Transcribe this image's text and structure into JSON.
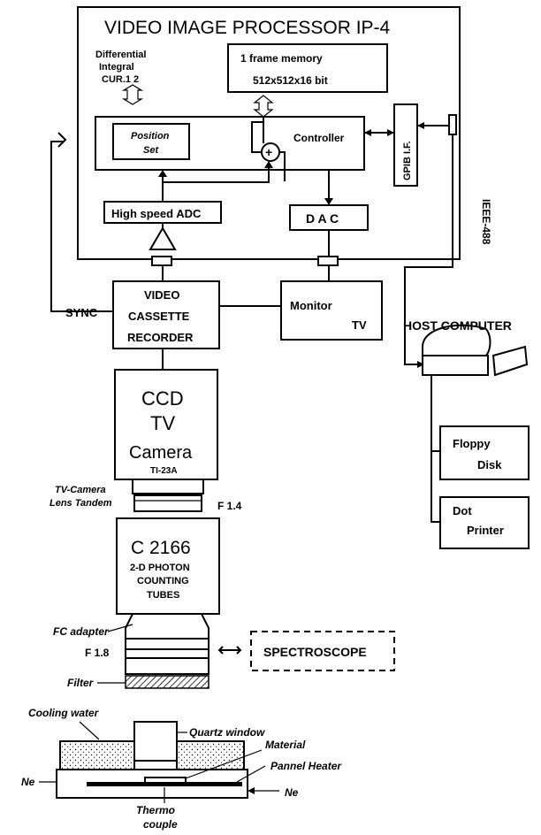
{
  "processor": {
    "title": "VIDEO IMAGE PROCESSOR  IP-4",
    "diff_line1": "Differential",
    "diff_line2": "Integral",
    "diff_line3": "CUR.1 2",
    "frame_memory_line1": "1 frame memory",
    "frame_memory_line2": "512x512x16 bit",
    "position_set_line1": "Position",
    "position_set_line2": "Set",
    "controller": "Controller",
    "plus": "+",
    "gpib": "GPIB I.F.",
    "adc": "High speed ADC",
    "dac": "D A C"
  },
  "ieee": "IEEE-488",
  "sync": "SYNC",
  "vcr": {
    "line1": "VIDEO",
    "line2": "CASSETTE",
    "line3": "RECORDER"
  },
  "monitor": {
    "line1": "Monitor",
    "line2": "TV"
  },
  "host": {
    "title": "HOST COMPUTER",
    "floppy_line1": "Floppy",
    "floppy_line2": "Disk",
    "printer_line1": "Dot",
    "printer_line2": "Printer"
  },
  "camera": {
    "line1": "CCD",
    "line2": "TV",
    "line3": "Camera",
    "model": "TI-23A"
  },
  "lens": {
    "label_line1": "TV-Camera",
    "label_line2": "Lens Tandem",
    "fstop": "F 1.4"
  },
  "tube": {
    "model": "C 2166",
    "line1": "2-D PHOTON",
    "line2": "COUNTING",
    "line3": "TUBES"
  },
  "adapter": {
    "label": "FC adapter",
    "fstop": "F 1.8",
    "filter": "Filter"
  },
  "spectroscope": "SPECTROSCOPE",
  "cell": {
    "cooling": "Cooling water",
    "quartz": "Quartz window",
    "material": "Material",
    "heater": "Pannel Heater",
    "ne_left": "Ne",
    "ne_right": "Ne",
    "thermo_line1": "Thermo",
    "thermo_line2": "couple"
  }
}
